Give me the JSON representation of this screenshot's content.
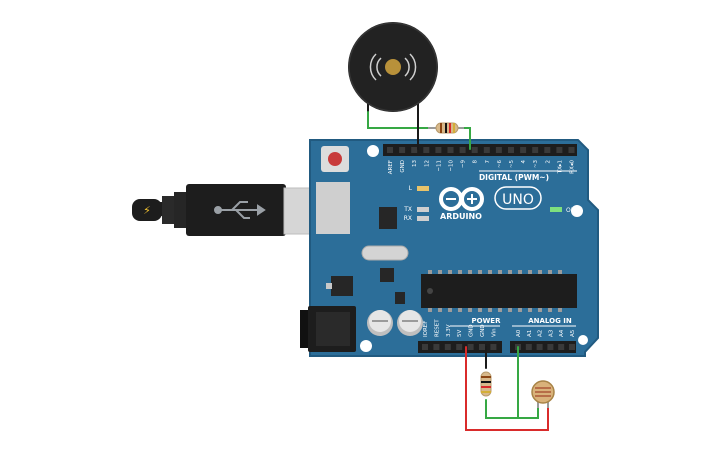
{
  "board": {
    "brand": "ARDUINO",
    "model": "UNO",
    "on_label": "ON",
    "led_l": "L",
    "led_tx": "TX",
    "led_rx": "RX",
    "digital_header_label": "DIGITAL (PWM~)",
    "power_header_label": "POWER",
    "analog_header_label": "ANALOG IN",
    "digital_pins": [
      "AREF",
      "GND",
      "13",
      "12",
      "~11",
      "~10",
      "~9",
      "8",
      "7",
      "~6",
      "~5",
      "4",
      "~3",
      "2",
      "TX▸1",
      "RX◂0"
    ],
    "power_pins": [
      "IOREF",
      "RESET",
      "3.3V",
      "5V",
      "GND",
      "GND",
      "Vin"
    ],
    "analog_pins": [
      "A0",
      "A1",
      "A2",
      "A3",
      "A4",
      "A5"
    ]
  },
  "colors": {
    "board": "#2c6e99",
    "board_edge": "#215a80",
    "wire_red": "#d92b2b",
    "wire_green": "#36a844",
    "wire_black": "#1a1a1a",
    "buzzer": "#222222",
    "usb_plug": "#1d1d1d",
    "resistor_body": "#d8b98b"
  },
  "components": {
    "buzzer": "piezo-buzzer",
    "resistor_top": "resistor",
    "resistor_bottom": "resistor",
    "photoresistor": "ldr-sensor",
    "usb_cable": "usb-cable",
    "power_jack": "dc-jack"
  }
}
